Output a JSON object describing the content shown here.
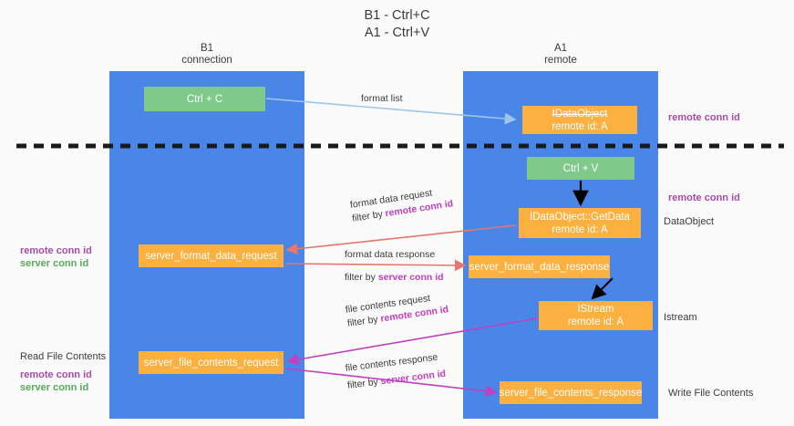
{
  "title": {
    "line1": "B1 - Ctrl+C",
    "line2": "A1 - Ctrl+V"
  },
  "columns": [
    {
      "name": "B1",
      "sub": "connection"
    },
    {
      "name": "A1",
      "sub": "remote"
    }
  ],
  "nodes": {
    "ctrl_c": "Ctrl + C",
    "idataobject_struck": "IDataObject",
    "idataobject_remote": "remote id: A",
    "ctrl_v": "Ctrl + V",
    "getdata": "IDataObject::GetData",
    "getdata_remote": "remote id: A",
    "server_format_data_request": "server_format_data_request",
    "server_format_data_response": "server_format_data_response",
    "istream": "IStream",
    "istream_remote": "remote id: A",
    "server_file_contents_request": "server_file_contents_request",
    "server_file_contents_response": "server_file_contents_response"
  },
  "arrows": {
    "format_list": "format list",
    "format_data_request": "format data request",
    "format_data_filter_prefix": "filter by ",
    "format_data_filter_key": "remote conn id",
    "format_data_response": "format data response",
    "format_data_response_filter_prefix": "filter by ",
    "format_data_response_filter_key": "server conn id",
    "file_contents_request": "file contents request",
    "file_contents_request_filter_prefix": "filter by ",
    "file_contents_request_filter_key": "remote conn id",
    "file_contents_response": "file contents response",
    "file_contents_response_filter_prefix": "filter by ",
    "file_contents_response_filter_key": "server conn id"
  },
  "side_labels": {
    "remote_conn_id_top": "remote conn id",
    "remote_conn_id_mid": "remote conn id",
    "dataobject": "DataObject",
    "istream": "Istream",
    "write_file_contents": "Write File Contents",
    "read_file_contents": "Read File Contents",
    "left_remote_conn_id_mid": "remote conn id",
    "left_server_conn_id_mid": "server conn id",
    "left_remote_conn_id_bot": "remote conn id",
    "left_server_conn_id_bot": "server conn id"
  },
  "colors": {
    "lane": "#4a86e8",
    "green_node": "#7fc98a",
    "orange_node": "#fbb040",
    "purple_text": "#a64ca6",
    "green_text": "#58a85a",
    "red_arrow": "#e8766b",
    "magenta_arrow": "#c040c0",
    "blue_arrow": "#9fc5e8",
    "black_arrow": "#000000",
    "divider": "#1a1a1a"
  }
}
